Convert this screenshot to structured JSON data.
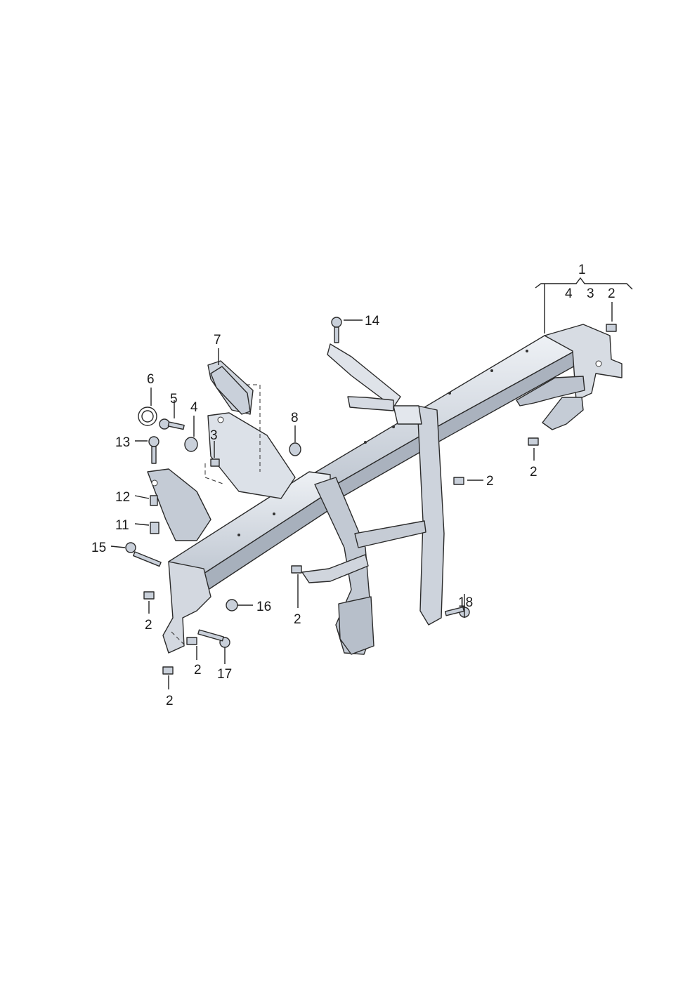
{
  "callouts": {
    "c1": "1",
    "c4_top": "4",
    "c3_top": "3",
    "c2_top": "2",
    "c14": "14",
    "c7": "7",
    "c6": "6",
    "c5": "5",
    "c4": "4",
    "c3": "3",
    "c8": "8",
    "c13": "13",
    "c12": "12",
    "c11": "11",
    "c15": "15",
    "c16": "16",
    "c17": "17",
    "c18": "18",
    "c2_right": "2",
    "c2_upper_right": "2",
    "c2_mid": "2",
    "c2_left": "2",
    "c2_bottom_mid": "2",
    "c2_bottom": "2"
  },
  "colors": {
    "metal_light": "#e4e8ee",
    "metal_mid": "#c9d0da",
    "metal_dark": "#9aa3b0",
    "outline": "#2b2b2b"
  }
}
